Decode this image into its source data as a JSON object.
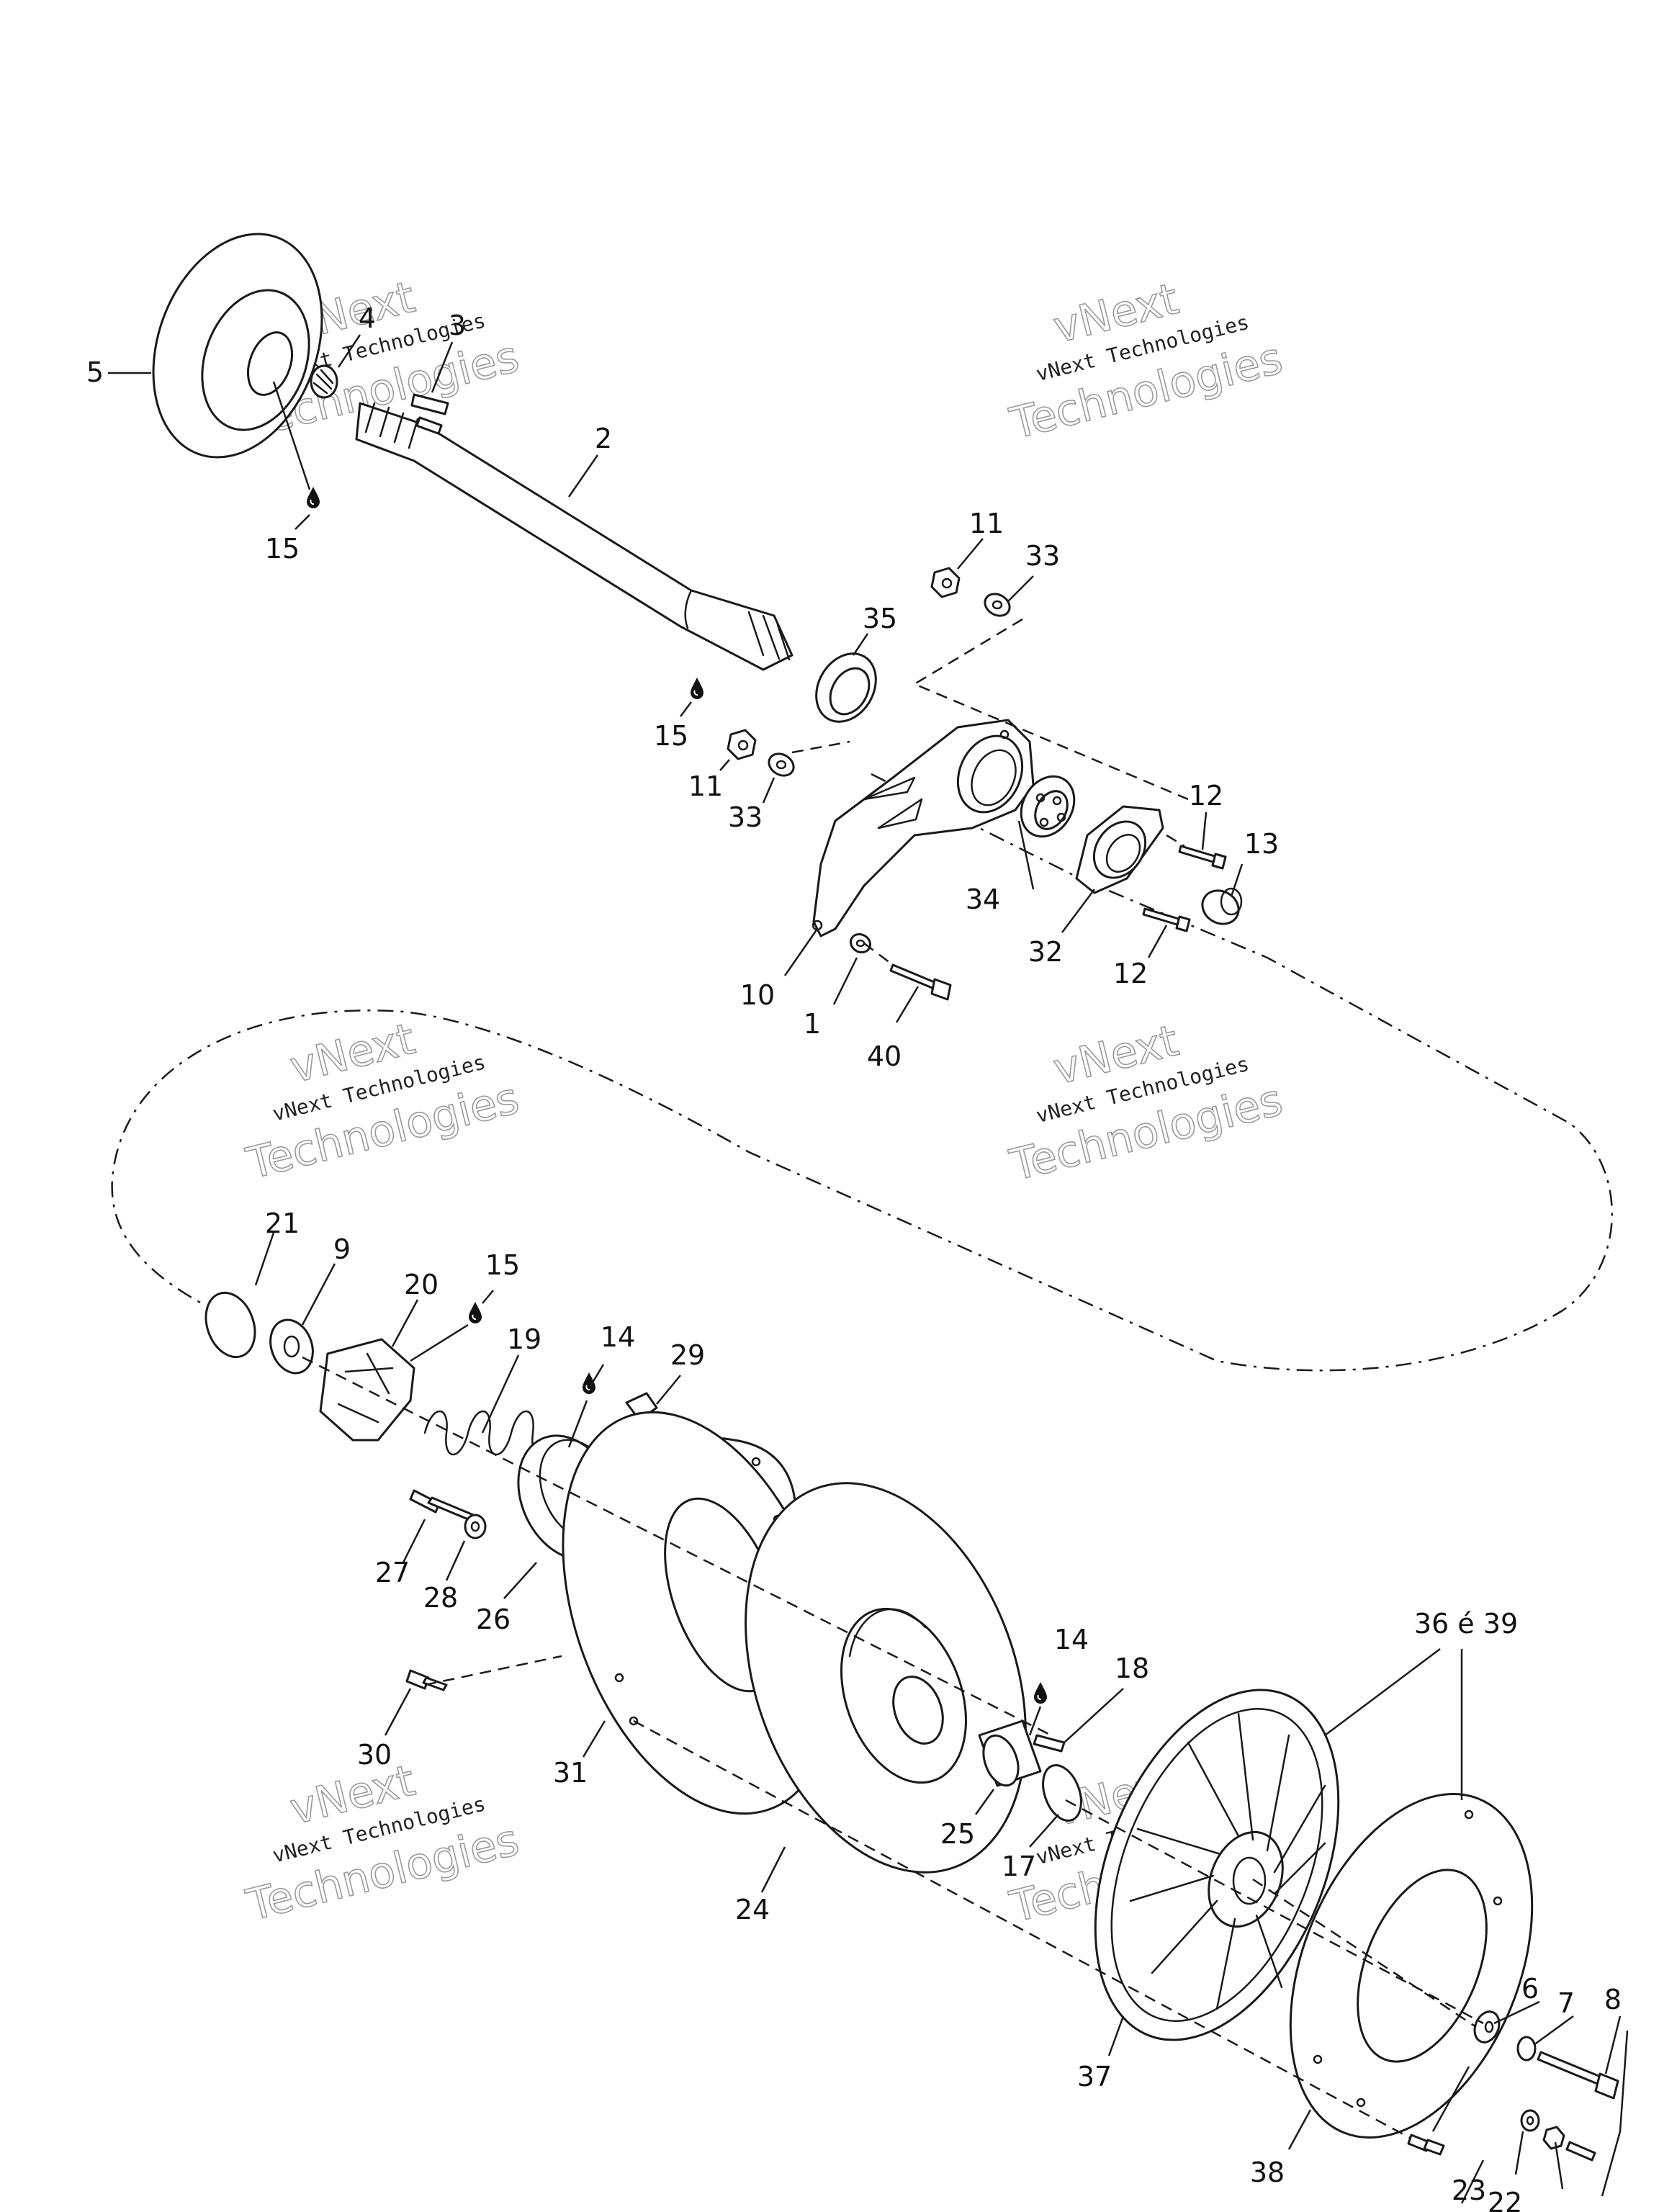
{
  "watermark": {
    "line1": "vNext",
    "line2": "vNext Technologies",
    "line3": "Technologies"
  },
  "callouts": {
    "c1": "1",
    "c2": "2",
    "c3": "3",
    "c4": "4",
    "c5": "5",
    "c6": "6",
    "c7": "7",
    "c8": "8",
    "c9": "9",
    "c10": "10",
    "c11a": "11",
    "c11b": "11",
    "c12a": "12",
    "c12b": "12",
    "c13": "13",
    "c14a": "14",
    "c14b": "14",
    "c15a": "15",
    "c15b": "15",
    "c15c": "15",
    "c17": "17",
    "c18": "18",
    "c19": "19",
    "c20": "20",
    "c21": "21",
    "c22": "22",
    "c23": "23",
    "c24": "24",
    "c25": "25",
    "c26": "26",
    "c27": "27",
    "c28": "28",
    "c29": "29",
    "c30": "30",
    "c31": "31",
    "c32": "32",
    "c33a": "33",
    "c33b": "33",
    "c34": "34",
    "c35": "35",
    "c36_39": "36 é 39",
    "c37": "37",
    "c38": "38",
    "c40": "40"
  },
  "icons": [
    "oil-drop-icon"
  ]
}
